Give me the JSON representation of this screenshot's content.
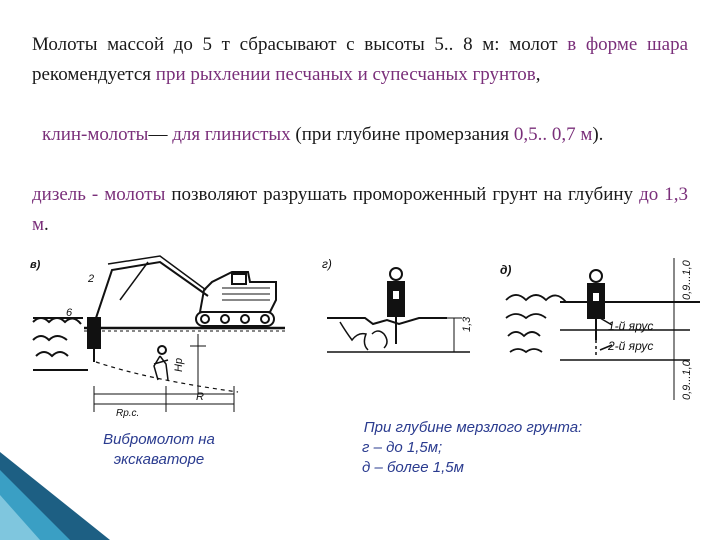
{
  "paragraph1": {
    "t1": "Молоты массой до 5 т сбрасывают с высоты 5.. 8 м: молот ",
    "t2": "в форме шара",
    "t3": " рекомендуется ",
    "t4": "при рыхлении песчаных и супесчаных грунтов",
    "t5": ","
  },
  "paragraph2": {
    "t1": "клин-молоты",
    "t2": "— ",
    "t3": "для глинистых",
    "t4": " (при глубине промерзания ",
    "t5": "0,5.. 0,7 м",
    "t6": ")."
  },
  "paragraph3": {
    "t1": "дизель - молоты",
    "t2": " позволяют разрушать промороженный грунт на глубину ",
    "t3": "до 1,3 м",
    "t4": "."
  },
  "figure": {
    "label_v": "в)",
    "label_g": "г)",
    "label_d": "д)",
    "num_2": "2",
    "num_6": "6",
    "dim_hp": "Hp",
    "dim_rpc": "Rр.с.",
    "dim_r": "R",
    "dim_13": "1,3",
    "dim_top": "0,9...1,0",
    "dim_bottom": "0,9...1,0",
    "tier1": "1-й ярус",
    "tier2": "2-й ярус"
  },
  "captions": {
    "left": "Вибромолот на экскаваторе",
    "right_line1": "При глубине мерзлого грунта:",
    "right_line2": "г – до 1,5м;",
    "right_line3": "д – более 1,5м"
  },
  "colors": {
    "text": "#1a1a1a",
    "highlight": "#7a2f7a",
    "caption": "#2a3b8f",
    "corner_dark": "#1d5f83",
    "corner_light": "#3a9fc4"
  }
}
